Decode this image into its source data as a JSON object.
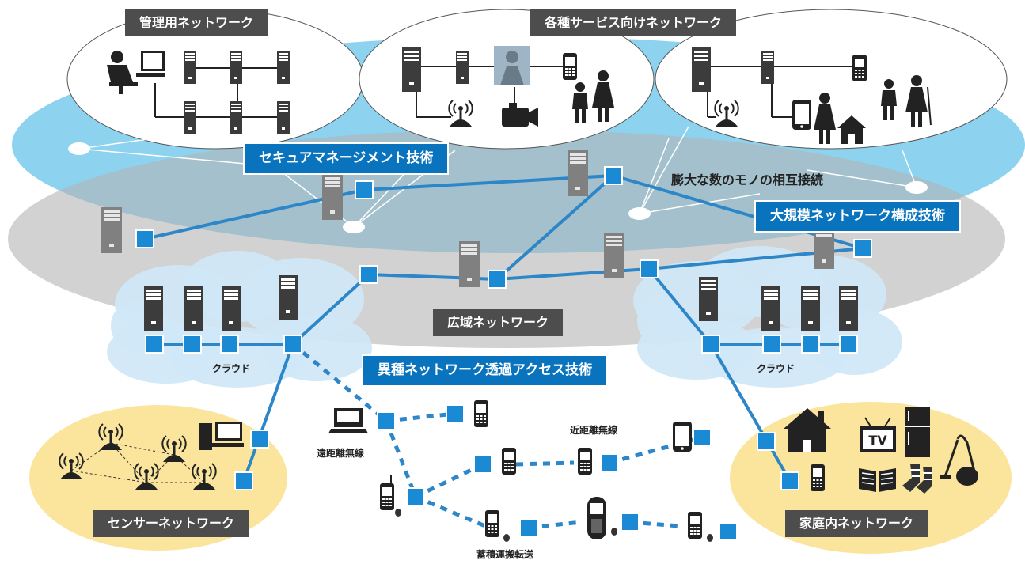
{
  "labels": {
    "management_network": "管理用ネットワーク",
    "service_networks": "各種サービス向けネットワーク",
    "secure_management": "セキュアマネージメント技術",
    "massive_interconnection": "膨大な数のモノの相互接続",
    "large_scale_network": "大規模ネットワーク構成技術",
    "wide_area_network": "広域ネットワーク",
    "cloud_left": "クラウド",
    "cloud_right": "クラウド",
    "heterogeneous_access": "異種ネットワーク透過アクセス技術",
    "long_range_wireless": "遠距離無線",
    "short_range_wireless": "近距離無線",
    "store_and_forward": "蓄積運搬転送",
    "sensor_network": "センサーネットワーク",
    "home_network": "家庭内ネットワーク",
    "tv_text": "TV"
  },
  "colors": {
    "sky_layer": "#5cc1ea",
    "gray_layer": "#c8c8c8",
    "link_blue": "#2d86c8",
    "node_blue": "#1a8ad4",
    "cloud_fill": "#bfe0f3",
    "yellow_area": "#fbe59d",
    "label_dark": "#4d4d4d",
    "label_blue": "#0a73bd"
  },
  "icons": [
    "server-icon",
    "network-node-icon",
    "person-at-computer-icon",
    "mobile-phone-icon",
    "antenna-sensor-icon",
    "video-camera-icon",
    "house-icon",
    "laptop-icon",
    "desktop-pc-icon",
    "tv-icon",
    "refrigerator-icon",
    "book-icon",
    "socks-icon",
    "vacuum-cleaner-icon",
    "family-icon",
    "elderly-couple-icon",
    "mother-icon"
  ]
}
